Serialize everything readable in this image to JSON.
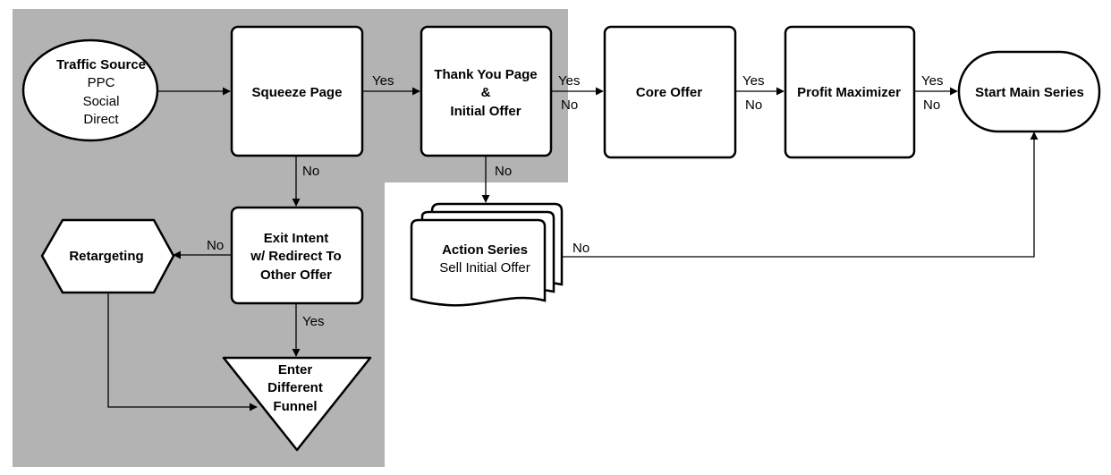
{
  "colors": {
    "region": "#b3b3b3",
    "node_fill": "#ffffff",
    "stroke": "#000000"
  },
  "nodes": {
    "traffic_source": {
      "title": "Traffic Source",
      "lines": [
        "PPC",
        "Social",
        "Direct"
      ]
    },
    "squeeze_page": {
      "title": "Squeeze Page"
    },
    "thank_you": {
      "lines": [
        "Thank You Page",
        "&",
        "Initial Offer"
      ]
    },
    "core_offer": {
      "title": "Core Offer"
    },
    "profit_maximizer": {
      "title": "Profit Maximizer"
    },
    "start_main_series": {
      "title": "Start Main Series"
    },
    "exit_intent": {
      "lines": [
        "Exit Intent",
        "w/ Redirect To",
        "Other Offer"
      ]
    },
    "retargeting": {
      "title": "Retargeting"
    },
    "enter_different_funnel": {
      "lines": [
        "Enter",
        "Different",
        "Funnel"
      ]
    },
    "action_series": {
      "title": "Action Series",
      "subtitle": "Sell Initial Offer"
    }
  },
  "edge_labels": {
    "squeeze_to_thankyou": "Yes",
    "thankyou_to_core_yes": "Yes",
    "thankyou_to_core_no": "No",
    "core_to_profit_yes": "Yes",
    "core_to_profit_no": "No",
    "profit_to_start_yes": "Yes",
    "profit_to_start_no": "No",
    "squeeze_to_exit": "No",
    "exit_to_retargeting": "No",
    "exit_to_funnel": "Yes",
    "thankyou_to_action": "No",
    "action_to_start": "No"
  }
}
